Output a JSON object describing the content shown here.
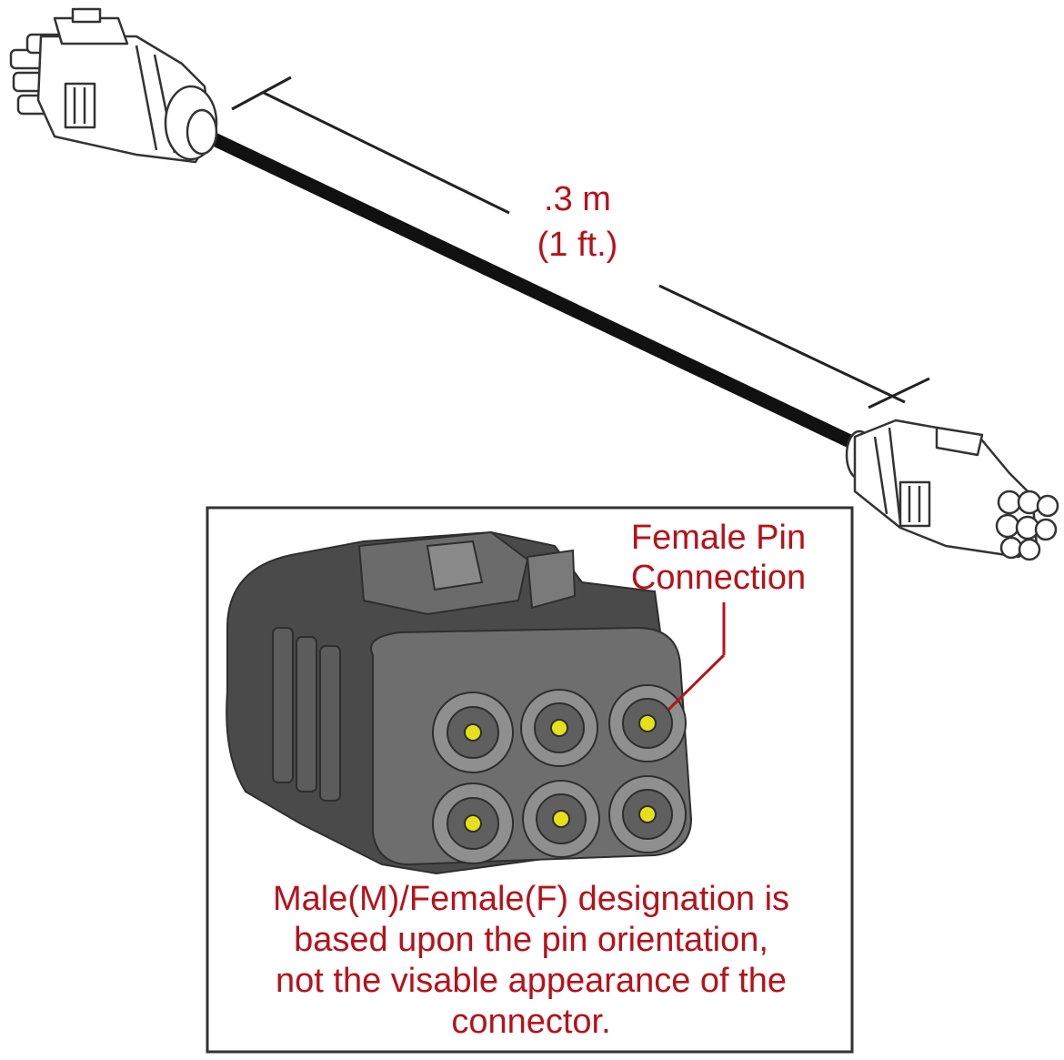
{
  "dimension": {
    "metric": ".3 m",
    "imperial": "(1 ft.)"
  },
  "callout": {
    "line1": "Female Pin",
    "line2": "Connection"
  },
  "note": {
    "line1": "Male(M)/Female(F) designation is",
    "line2": "based upon the pin orientation,",
    "line3": "not the visable appearance of the",
    "line4": "connector."
  },
  "colors": {
    "label_red": "#b5121b",
    "cable": "#111111",
    "connector_body": "#5a5a5a",
    "pin_contact": "#e6e01a"
  }
}
